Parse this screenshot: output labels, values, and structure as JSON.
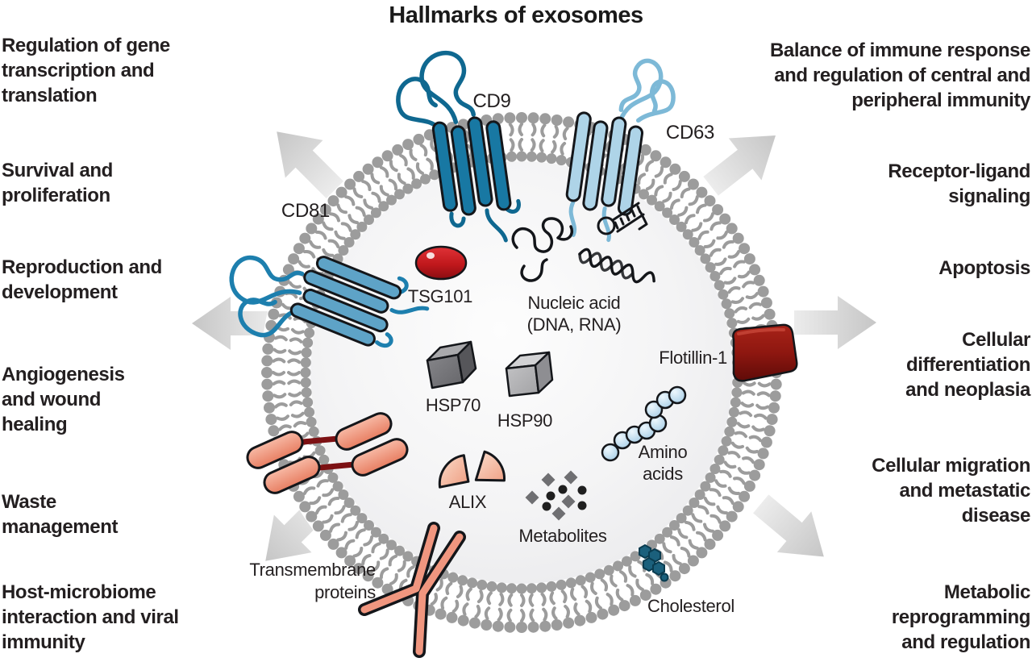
{
  "title": "Hallmarks of exosomes",
  "left_hallmarks": [
    {
      "label": "Regulation of gene\ntranscription and\ntranslation"
    },
    {
      "label": "Survival and\nproliferation"
    },
    {
      "label": "Reproduction and\ndevelopment"
    },
    {
      "label": "Angiogenesis\nand wound\nhealing"
    },
    {
      "label": "Waste\nmanagement"
    },
    {
      "label": "Host-microbiome\ninteraction and viral\nimmunity"
    }
  ],
  "right_hallmarks": [
    {
      "label": "Balance of immune response\nand regulation of central and\nperipheral immunity"
    },
    {
      "label": "Receptor-ligand\nsignaling"
    },
    {
      "label": "Apoptosis"
    },
    {
      "label": "Cellular\ndifferentiation\nand neoplasia"
    },
    {
      "label": "Cellular migration\nand metastatic\ndisease"
    },
    {
      "label": "Metabolic\nreprogramming\nand regulation"
    }
  ],
  "membrane_proteins": {
    "cd9": "CD9",
    "cd63": "CD63",
    "cd81": "CD81",
    "flotillin": "Flotillin-1",
    "transmembrane": "Transmembrane\nproteins"
  },
  "cargo": {
    "tsg101": "TSG101",
    "nucleic_acid": "Nucleic acid\n(DNA, RNA)",
    "hsp70": "HSP70",
    "hsp90": "HSP90",
    "alix": "ALIX",
    "amino_acids": "Amino\nacids",
    "metabolites": "Metabolites",
    "cholesterol": "Cholesterol"
  },
  "colors": {
    "text": "#231f20",
    "membrane_gray": "#9c9c9c",
    "cd9_blue": "#1878a3",
    "cd63_blue": "#aed4e8",
    "cd81_blue": "#5ea3c7",
    "tsg101_red": "#c0181c",
    "flotillin_dark_red": "#8e1710",
    "transmembrane_salmon": "#ef9a84",
    "alix_pink": "#f5c4ae",
    "amino_blue": "#cfe6f5",
    "cholesterol_teal": "#1b607c",
    "metabolite_gray": "#6f6f72",
    "metabolite_black": "#1f1f1f",
    "arrow_gray": "#d5d5d5"
  }
}
